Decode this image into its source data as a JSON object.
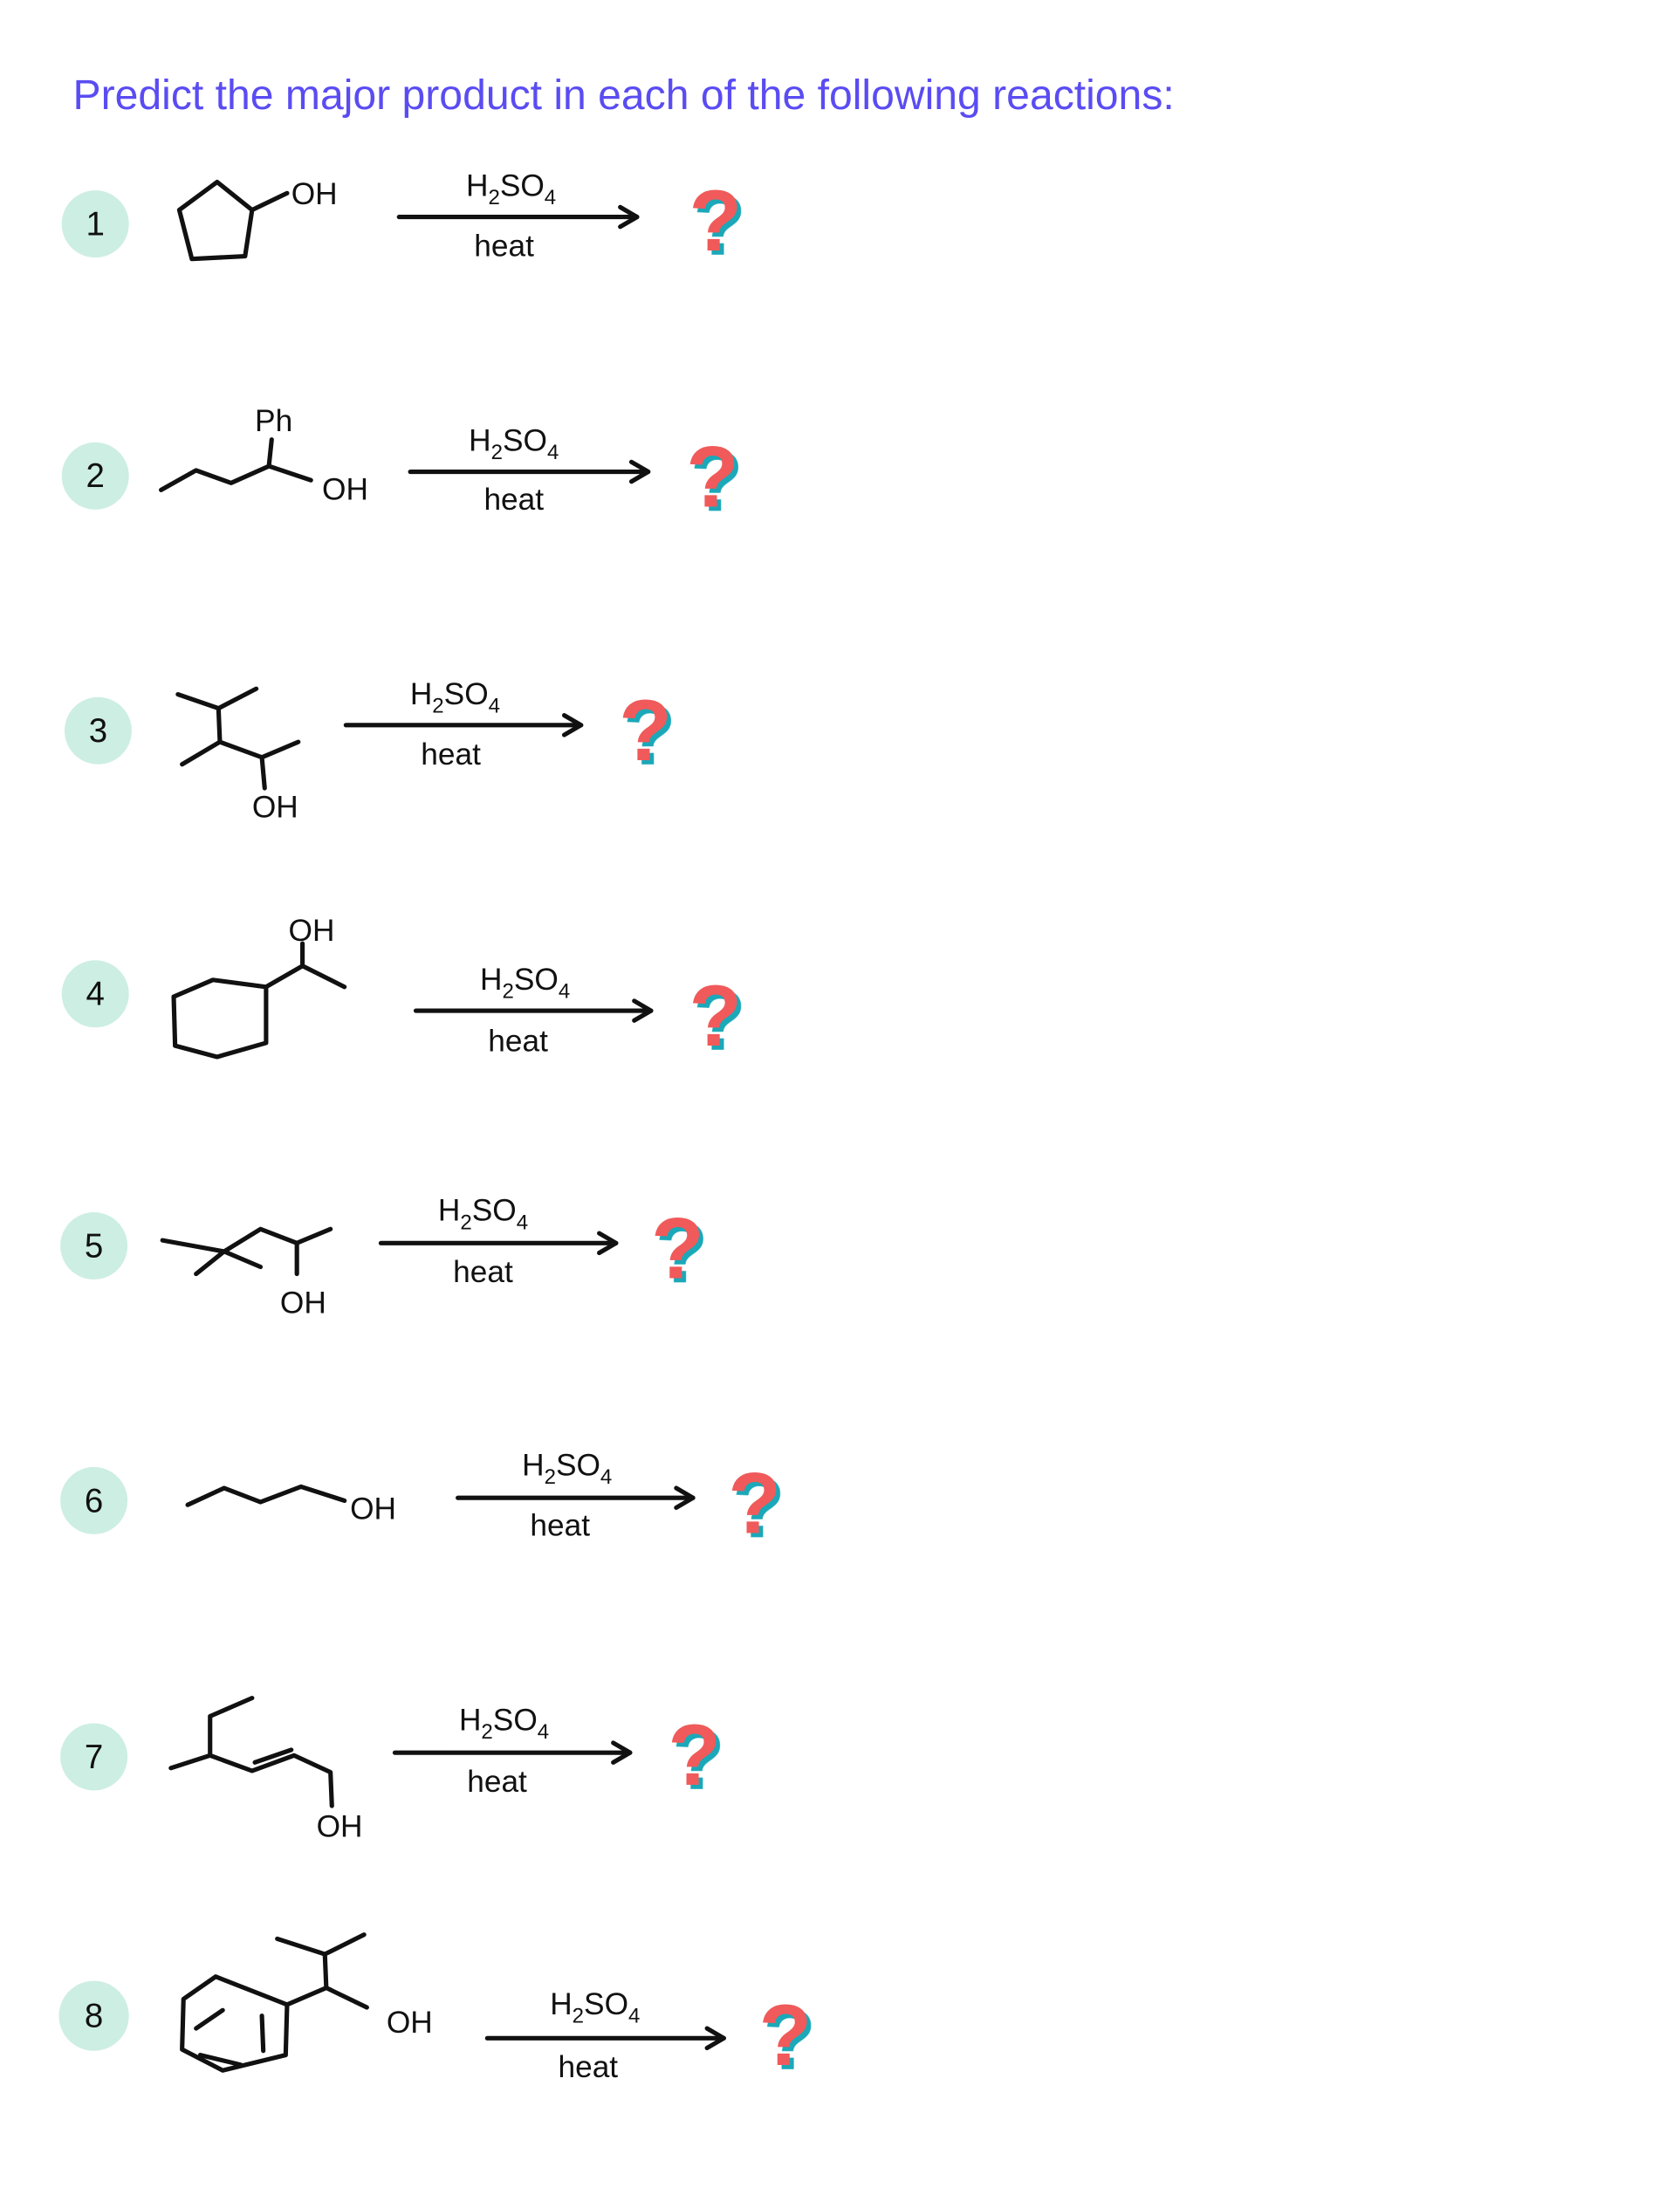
{
  "title": "Predict the major product in each of the following reactions:",
  "colors": {
    "title": "#5a4cf2",
    "badge": "#cdeee3",
    "question_red": "#f05a5a",
    "question_teal": "#1ba8b8"
  },
  "reagents": {
    "acid_main": "H",
    "acid_sub": "2",
    "acid_rest": "SO",
    "acid_sub2": "4",
    "condition": "heat"
  },
  "product_placeholder": "?",
  "reactions": [
    {
      "number": "1",
      "substituent": "OH"
    },
    {
      "number": "2",
      "substituent": "OH",
      "group": "Ph"
    },
    {
      "number": "3",
      "substituent": "OH"
    },
    {
      "number": "4",
      "substituent": "OH"
    },
    {
      "number": "5",
      "substituent": "OH"
    },
    {
      "number": "6",
      "substituent": "OH"
    },
    {
      "number": "7",
      "substituent": "OH"
    },
    {
      "number": "8",
      "substituent": "OH"
    }
  ]
}
